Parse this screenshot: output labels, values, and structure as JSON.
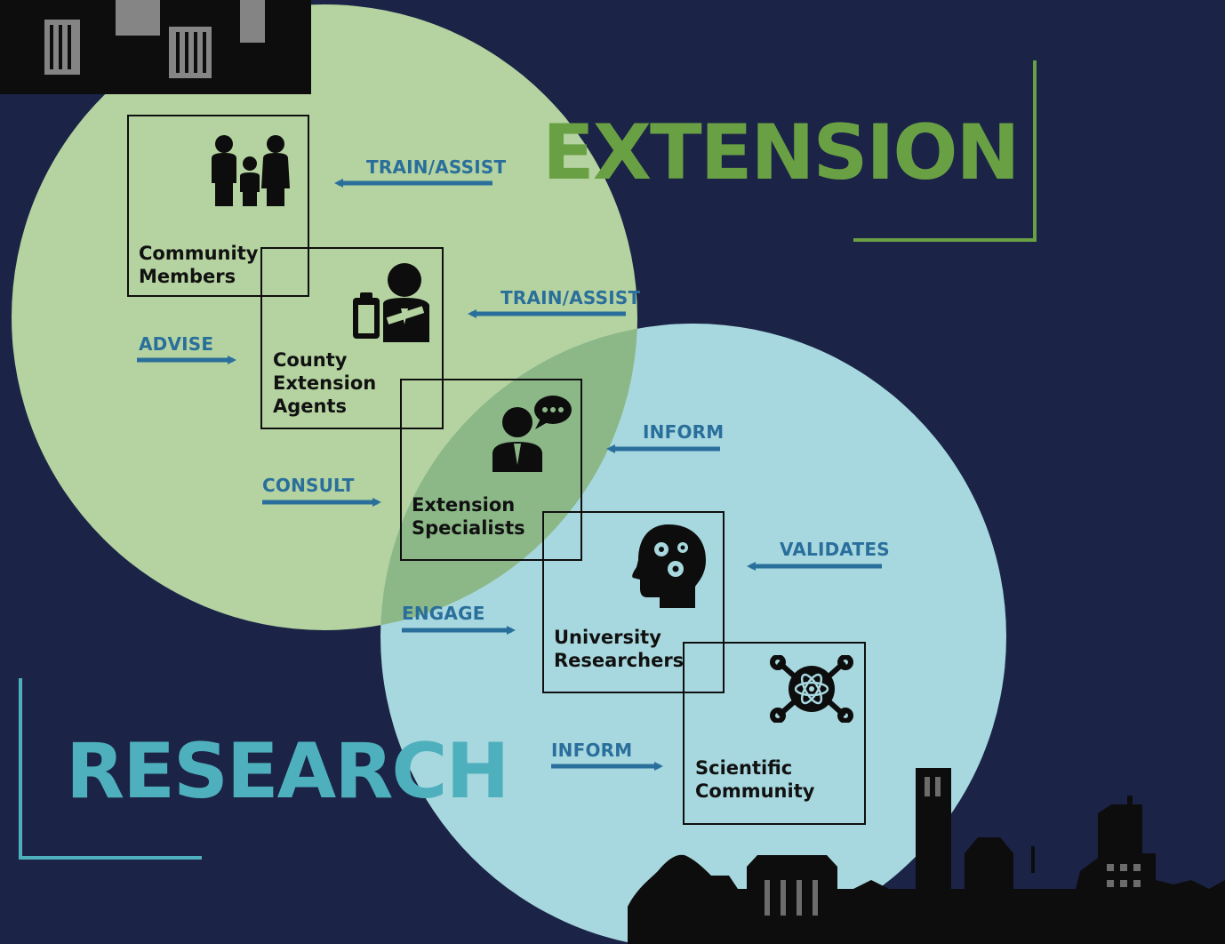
{
  "headings": {
    "extension": "EXTENSION",
    "research": "RESEARCH"
  },
  "boxes": {
    "community": {
      "line1": "Community",
      "line2": "Members"
    },
    "county": {
      "line1": "County",
      "line2": "Extension",
      "line3": "Agents"
    },
    "specialists": {
      "line1": "Extension",
      "line2": "Specialists"
    },
    "researchers": {
      "line1": "University",
      "line2": "Researchers"
    },
    "scientific": {
      "line1": "Scientific",
      "line2": "Community"
    }
  },
  "arrows": {
    "train_assist_1": "TRAIN/ASSIST",
    "train_assist_2": "TRAIN/ASSIST",
    "advise": "ADVISE",
    "inform_1": "INFORM",
    "consult": "CONSULT",
    "validates": "VALIDATES",
    "engage": "ENGAGE",
    "inform_2": "INFORM"
  },
  "colors": {
    "background": "#1b2447",
    "extension_circle": "#b5d3a0",
    "research_circle": "#a8d8df",
    "overlap": "#8cb888",
    "extension_text": "#6aa044",
    "research_text": "#4fb0bd",
    "arrow": "#2a6f9c"
  },
  "icons": [
    "family-icon",
    "agent-clipboard-icon",
    "speaker-chat-icon",
    "brain-gears-icon",
    "atom-icon",
    "city-skyline-icon",
    "campus-skyline-icon"
  ]
}
